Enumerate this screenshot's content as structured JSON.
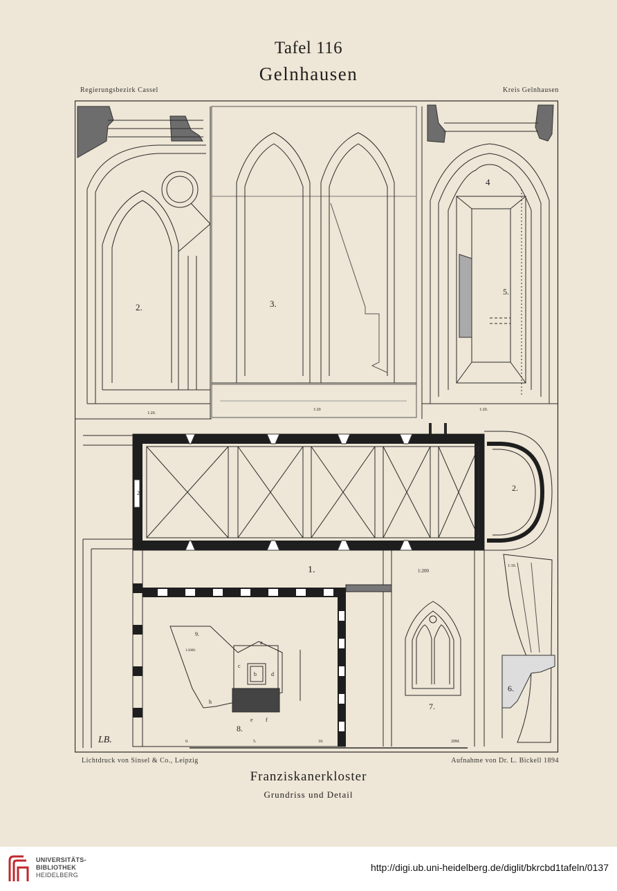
{
  "header": {
    "plate_number": "Tafel 116",
    "city": "Gelnhausen",
    "district_left": "Regierungsbezirk Cassel",
    "district_right": "Kreis Gelnhausen"
  },
  "figure": {
    "labels": {
      "fig1": "1.",
      "fig2": "2.",
      "fig3": "3.",
      "fig4": "4",
      "fig5": "5.",
      "fig6": "6.",
      "fig7": "7.",
      "fig8": "8.",
      "fig9": "9.",
      "apse": "2.",
      "west": "2"
    },
    "scales": {
      "s2": "1:20.",
      "s3": "1:20",
      "s5": "1:20.",
      "s1": "1:200",
      "s6": "1:10.",
      "s9": "1:2000."
    },
    "letters": {
      "a": "a",
      "b": "b",
      "c": "c",
      "d": "d",
      "e": "e",
      "f": "f",
      "h": "h"
    },
    "scalebar": {
      "t0": "0.",
      "t5": "5.",
      "t10": "10.",
      "t20": "20M."
    },
    "monogram": "LB."
  },
  "footer": {
    "printer": "Lichtdruck von Sinsel & Co., Leipzig",
    "survey": "Aufnahme von Dr. L. Bickell 1894",
    "subject": "Franziskanerkloster",
    "subtitle": "Grundriss und Detail"
  },
  "library": {
    "line1": "UNIVERSITÄTS-",
    "line2": "BIBLIOTHEK",
    "line3": "HEIDELBERG",
    "url": "http://digi.ub.uni-heidelberg.de/diglit/bkrcbd1tafeln/0137",
    "logo_color": "#c0282d"
  }
}
